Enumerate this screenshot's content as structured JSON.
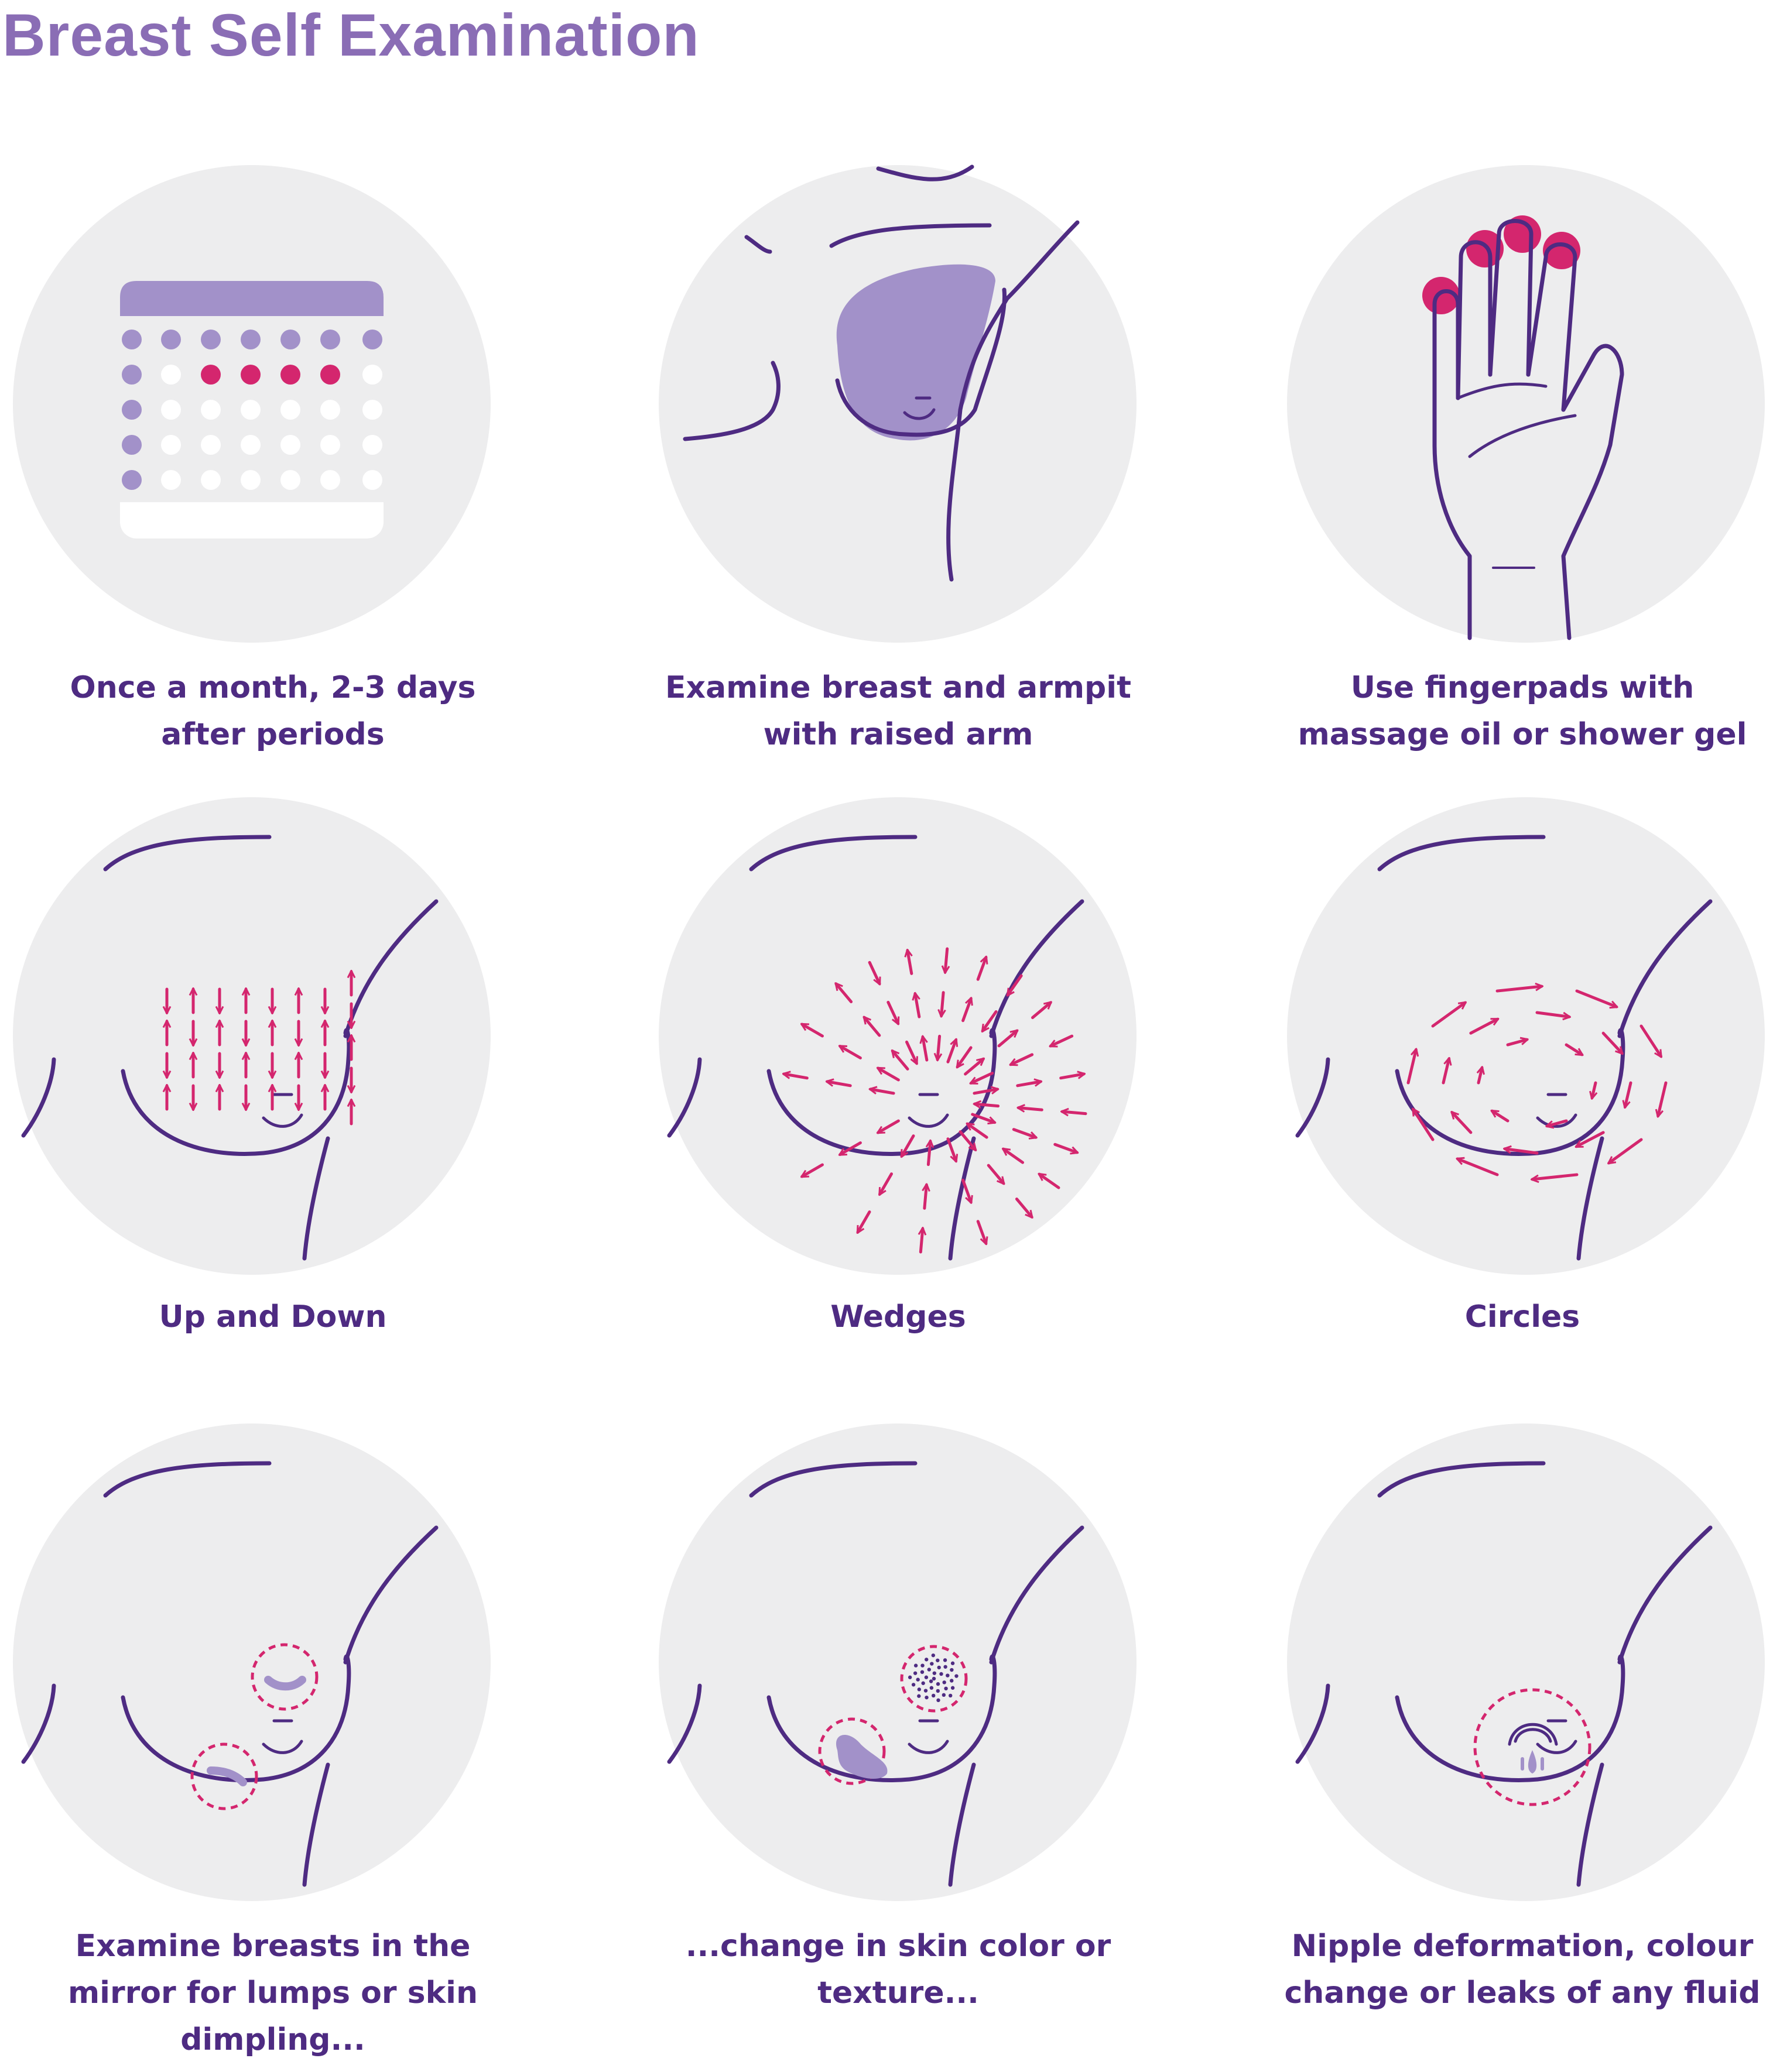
{
  "title": "Breast Self Examination",
  "colors": {
    "title": "#8a6db5",
    "outline": "#4e2b82",
    "accent": "#d4266e",
    "lavender": "#a291c9",
    "circle": "#ededee"
  },
  "steps": [
    {
      "caption": [
        "Once a month, 2-3 days",
        "after periods"
      ],
      "icon": "calendar-icon"
    },
    {
      "caption": [
        "Examine breast and armpit",
        "with raised arm"
      ],
      "icon": "raised-arm-icon"
    },
    {
      "caption": [
        "Use fingerpads with",
        "massage oil or shower gel"
      ],
      "icon": "hand-icon"
    },
    {
      "caption": [
        "Up and Down"
      ],
      "icon": "up-down-arrows-icon"
    },
    {
      "caption": [
        "Wedges"
      ],
      "icon": "wedge-arrows-icon"
    },
    {
      "caption": [
        "Circles"
      ],
      "icon": "circle-arrows-icon"
    },
    {
      "caption": [
        "Examine breasts in the",
        "mirror for lumps or skin",
        "dimpling..."
      ],
      "icon": "lumps-icon"
    },
    {
      "caption": [
        "...change in skin color or",
        "texture..."
      ],
      "icon": "skin-texture-icon"
    },
    {
      "caption": [
        "Nipple deformation, colour",
        "change or leaks of any fluid"
      ],
      "icon": "nipple-leak-icon"
    }
  ]
}
